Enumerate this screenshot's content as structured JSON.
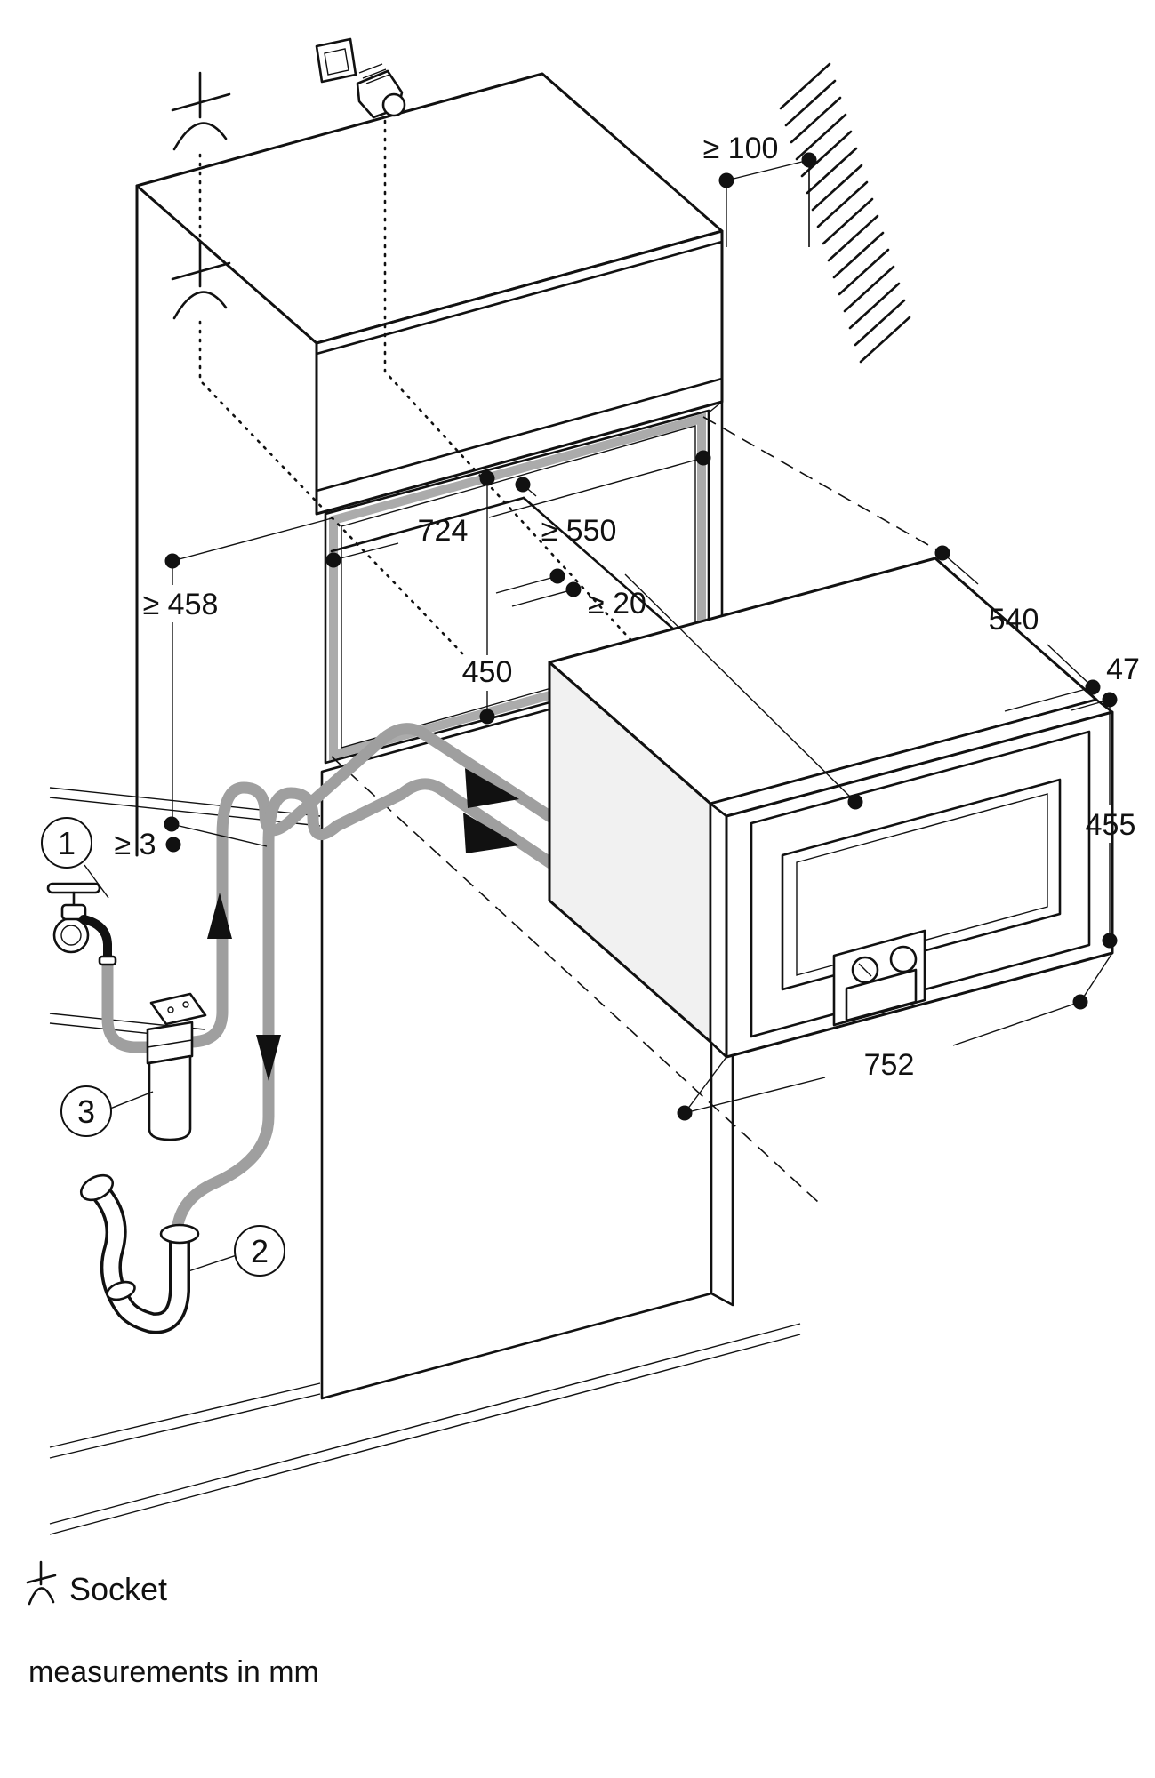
{
  "diagram": {
    "type": "built-in appliance installation drawing",
    "legend": {
      "socket_label": "Socket",
      "units_note": "measurements in mm"
    },
    "dimensions": {
      "wall_clearance": "≥ 100",
      "niche_width": "724",
      "niche_depth": "≥ 550",
      "left_height_clearance": "≥ 458",
      "rear_gap": "≥ 20",
      "niche_height": "450",
      "appliance_depth": "540",
      "frame_protrusion": "47",
      "front_height": "455",
      "hose_clearance": "≥ 3",
      "front_width": "752"
    },
    "callouts": {
      "water_tap": "1",
      "siphon": "2",
      "water_filter": "3"
    },
    "colors": {
      "line": "#111111",
      "hose": "#9f9f9f",
      "niche_frame": "#ababab",
      "appliance_side": "#f1f1f1",
      "background": "#ffffff"
    }
  }
}
